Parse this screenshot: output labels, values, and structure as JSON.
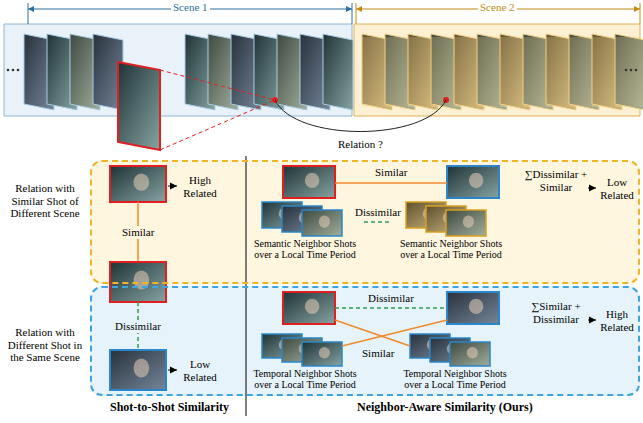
{
  "diagram": {
    "nodes": [
      {
        "text": [
          "Relation with Similar Shot of Different Scene"
        ]
      },
      {
        "text": [
          "Relation with Different Shot in the Same Scene"
        ]
      },
      {
        "text": [
          "Semantic Neighbor Shots over a Local Time Period"
        ],
        "in": 0
      },
      {
        "text": [
          "Semantic Neighbor Shots over a Local Time Period"
        ],
        "in": 0
      },
      {
        "text": [
          "Temporal Neighbor Shots over a Local Time Period"
        ],
        "in": 1
      },
      {
        "text": [
          "Temporal Neighbor Shots over a Local Time Period"
        ],
        "in": 1
      }
    ],
    "edges": [
      {
        "from": 2,
        "to": 3,
        "label": "Dissimilar",
        "arrow": "none"
      }
    ],
    "labels": [
      "Scene 1",
      "Scene 2",
      "Relation ?",
      "High Related",
      "Similar",
      "Dissimilar",
      "Low Related",
      "Similar",
      "∑Dissimilar + Similar",
      "Low Related",
      "Dissimilar",
      "Similar",
      "∑Similar + Dissimilar",
      "High Related",
      "Shot-to-Shot Similarity",
      "Neighbor-Aware Similarity (Ours)"
    ]
  }
}
